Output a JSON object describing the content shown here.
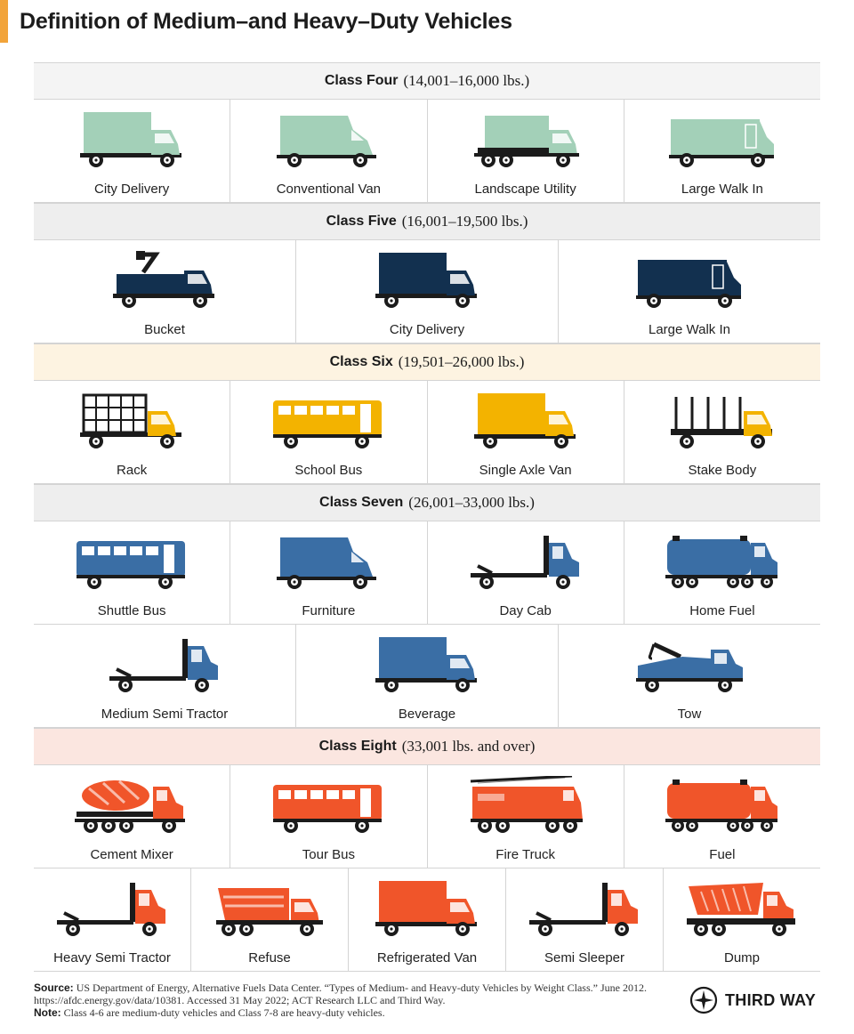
{
  "title": "Definition of Medium–and Heavy–Duty Vehicles",
  "colors": {
    "accent": "#f2a43a",
    "four": "#a3d0b8",
    "five": "#12304f",
    "six": "#f3b300",
    "seven": "#3a6ea5",
    "eight": "#f0552a"
  },
  "classes": [
    {
      "name": "Class Four",
      "range": "(14,001–16,000 lbs.)",
      "bg": "#f4f4f4",
      "color": "#a3d0b8",
      "rows": [
        [
          {
            "label": "City Delivery",
            "icon": "box-truck-icon",
            "shape": "box"
          },
          {
            "label": "Conventional Van",
            "icon": "van-icon",
            "shape": "van"
          },
          {
            "label": "Landscape Utility",
            "icon": "utility-truck-icon",
            "shape": "utility"
          },
          {
            "label": "Large Walk In",
            "icon": "walk-in-van-icon",
            "shape": "walkin"
          }
        ]
      ]
    },
    {
      "name": "Class Five",
      "range": "(16,001–19,500 lbs.)",
      "bg": "#eeeeee",
      "color": "#12304f",
      "rows": [
        [
          {
            "label": "Bucket",
            "icon": "bucket-truck-icon",
            "shape": "bucket"
          },
          {
            "label": "City Delivery",
            "icon": "box-truck-icon",
            "shape": "box"
          },
          {
            "label": "Large Walk In",
            "icon": "walk-in-van-icon",
            "shape": "walkin"
          }
        ]
      ]
    },
    {
      "name": "Class Six",
      "range": "(19,501–26,000 lbs.)",
      "bg": "#fdf3e1",
      "color": "#f3b300",
      "rows": [
        [
          {
            "label": "Rack",
            "icon": "rack-truck-icon",
            "shape": "rack"
          },
          {
            "label": "School Bus",
            "icon": "school-bus-icon",
            "shape": "bus"
          },
          {
            "label": "Single Axle Van",
            "icon": "box-truck-icon",
            "shape": "box"
          },
          {
            "label": "Stake Body",
            "icon": "stake-truck-icon",
            "shape": "stake"
          }
        ]
      ]
    },
    {
      "name": "Class Seven",
      "range": "(26,001–33,000 lbs.)",
      "bg": "#eeeeee",
      "color": "#3a6ea5",
      "rows": [
        [
          {
            "label": "Shuttle Bus",
            "icon": "shuttle-bus-icon",
            "shape": "bus"
          },
          {
            "label": "Furniture",
            "icon": "van-icon",
            "shape": "van"
          },
          {
            "label": "Day Cab",
            "icon": "tractor-icon",
            "shape": "tractor"
          },
          {
            "label": "Home Fuel",
            "icon": "tanker-icon",
            "shape": "tanker"
          }
        ],
        [
          {
            "label": "Medium Semi Tractor",
            "icon": "tractor-icon",
            "shape": "tractor"
          },
          {
            "label": "Beverage",
            "icon": "box-truck-icon",
            "shape": "box"
          },
          {
            "label": "Tow",
            "icon": "tow-truck-icon",
            "shape": "tow"
          }
        ]
      ]
    },
    {
      "name": "Class Eight",
      "range": "(33,001 lbs. and over)",
      "bg": "#fbe6e0",
      "color": "#f0552a",
      "rows": [
        [
          {
            "label": "Cement Mixer",
            "icon": "cement-mixer-icon",
            "shape": "mixer"
          },
          {
            "label": "Tour Bus",
            "icon": "tour-bus-icon",
            "shape": "bus"
          },
          {
            "label": "Fire Truck",
            "icon": "fire-truck-icon",
            "shape": "fire"
          },
          {
            "label": "Fuel",
            "icon": "tanker-icon",
            "shape": "tanker"
          }
        ],
        [
          {
            "label": "Heavy Semi Tractor",
            "icon": "tractor-icon",
            "shape": "tractor"
          },
          {
            "label": "Refuse",
            "icon": "refuse-truck-icon",
            "shape": "refuse"
          },
          {
            "label": "Refrigerated Van",
            "icon": "box-truck-icon",
            "shape": "box"
          },
          {
            "label": "Semi Sleeper",
            "icon": "sleeper-tractor-icon",
            "shape": "tractor"
          },
          {
            "label": "Dump",
            "icon": "dump-truck-icon",
            "shape": "dump"
          }
        ]
      ]
    }
  ],
  "footer": {
    "source_label": "Source:",
    "source_text": "US Department of Energy, Alternative Fuels Data Center. “Types of Medium- and Heavy-duty Vehicles by Weight Class.” June 2012. https://afdc.energy.gov/data/10381. Accessed 31 May 2022; ACT Research LLC and Third Way.",
    "note_label": "Note:",
    "note_text": "Class 4-6 are medium-duty vehicles and Class 7-8 are heavy-duty vehicles."
  },
  "logo": {
    "text": "THIRD WAY",
    "icon": "compass-icon"
  }
}
